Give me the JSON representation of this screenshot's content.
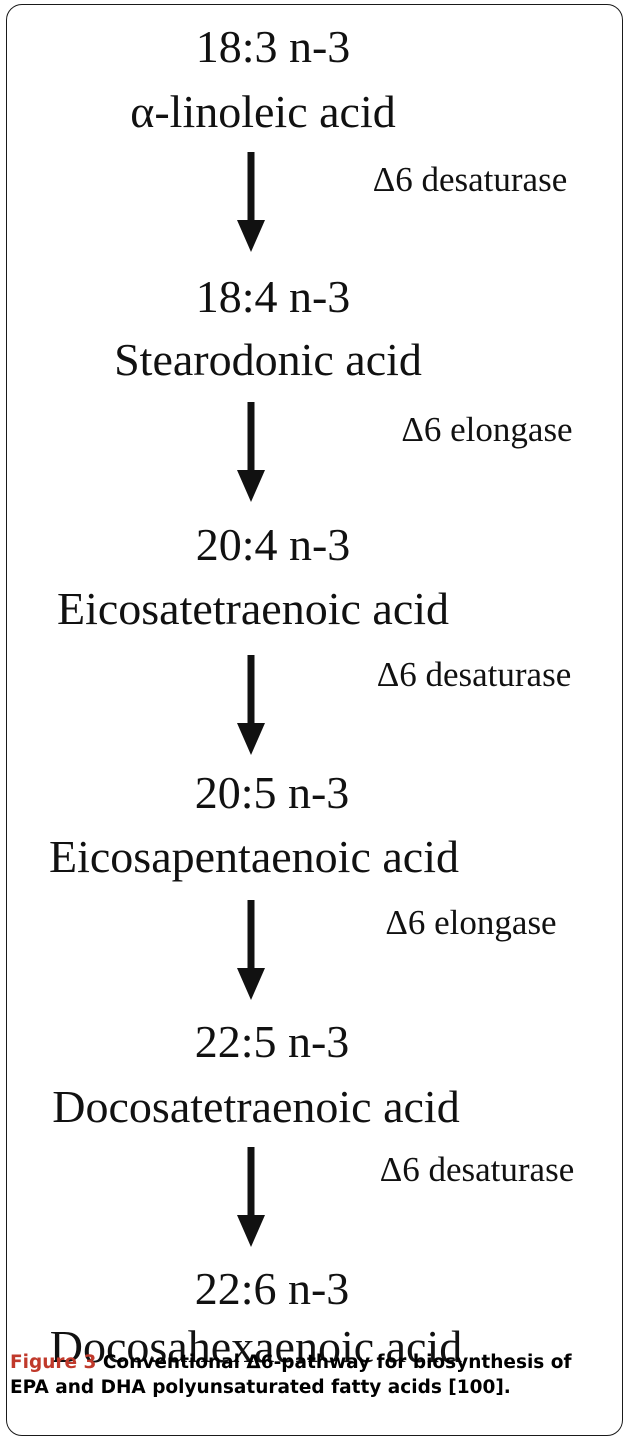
{
  "steps": [
    {
      "code": "18:3 n-3",
      "name": "α-linoleic acid"
    },
    {
      "code": "18:4 n-3",
      "name": "Stearodonic acid"
    },
    {
      "code": "20:4 n-3",
      "name": "Eicosatetraenoic acid"
    },
    {
      "code": "20:5 n-3",
      "name": "Eicosapentaenoic acid"
    },
    {
      "code": "22:5 n-3",
      "name": "Docosatetraenoic acid"
    },
    {
      "code": "22:6 n-3",
      "name": "Docosahexaenoic acid"
    }
  ],
  "enzymes": [
    "Δ6 desaturase",
    "Δ6 elongase",
    "Δ6 desaturase",
    "Δ6 elongase",
    "Δ6 desaturase"
  ],
  "caption": {
    "label": "Figure 3",
    "text": "Conventional Δ6-pathway for biosynthesis of EPA and DHA polyunsaturated fatty acids [100]."
  },
  "colors": {
    "caption_label": "#c0392b",
    "ink": "#111111"
  }
}
